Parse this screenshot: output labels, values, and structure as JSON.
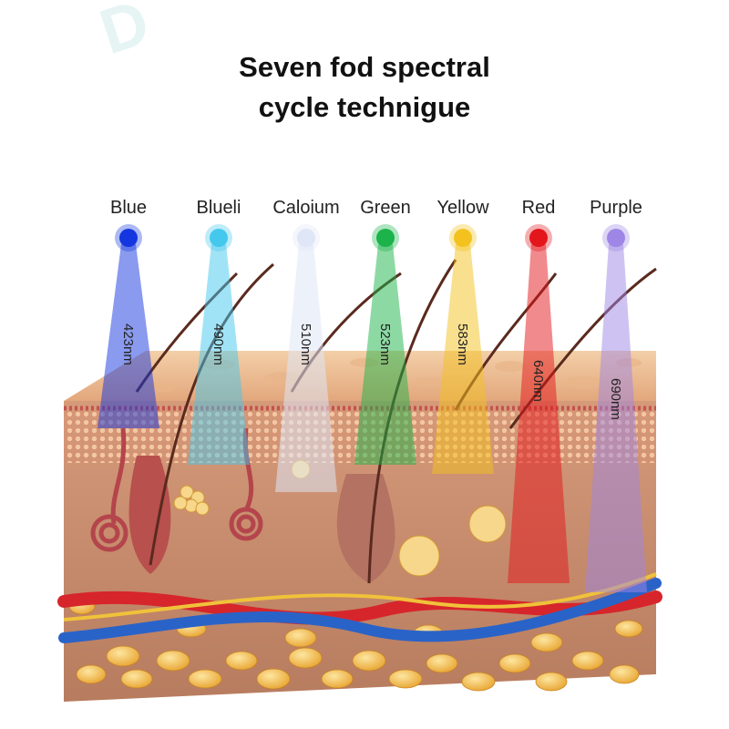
{
  "title": {
    "line1": "Seven fod spectral",
    "line2": "cycle technigue"
  },
  "lights": [
    {
      "name": "Blue",
      "wavelength": "423nm",
      "color": "#1436e0"
    },
    {
      "name": "Blueli",
      "wavelength": "490nm",
      "color": "#44c8ee"
    },
    {
      "name": "Caloium",
      "wavelength": "510nm",
      "color": "#dfe6f6"
    },
    {
      "name": "Green",
      "wavelength": "523nm",
      "color": "#1bb34a"
    },
    {
      "name": "Yellow",
      "wavelength": "583nm",
      "color": "#f4c21e"
    },
    {
      "name": "Red",
      "wavelength": "640nm",
      "color": "#e3161c"
    },
    {
      "name": "Purple",
      "wavelength": "690nm",
      "color": "#9d86e6"
    }
  ],
  "colors": {
    "skin_surface": "#e8b88f",
    "dermis": "#c98a6a",
    "fat": "#f0b648",
    "artery": "#d6262b",
    "vein": "#2a63c8"
  }
}
